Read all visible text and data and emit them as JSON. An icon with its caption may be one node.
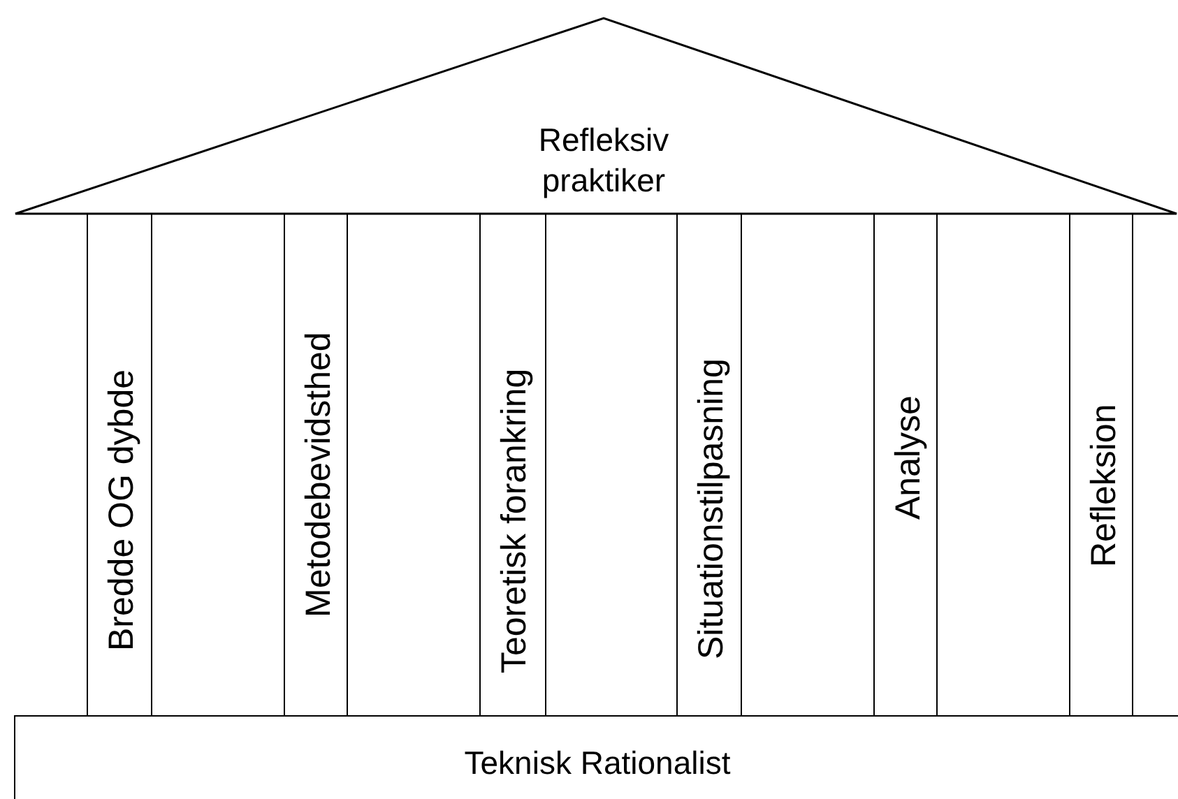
{
  "diagram": {
    "nodes": [
      {
        "text": [
          "Refleksiv praktiker"
        ]
      },
      {
        "text": [
          "Bredde OG dybde"
        ]
      },
      {
        "text": [
          "Metodebevidsthed"
        ]
      },
      {
        "text": [
          "Teoretisk forankring"
        ]
      },
      {
        "text": [
          "Situationstilpasning"
        ]
      },
      {
        "text": [
          "Analyse"
        ]
      },
      {
        "text": [
          "Refleksion"
        ]
      },
      {
        "text": [
          "Teknisk Rationalist"
        ]
      }
    ]
  }
}
